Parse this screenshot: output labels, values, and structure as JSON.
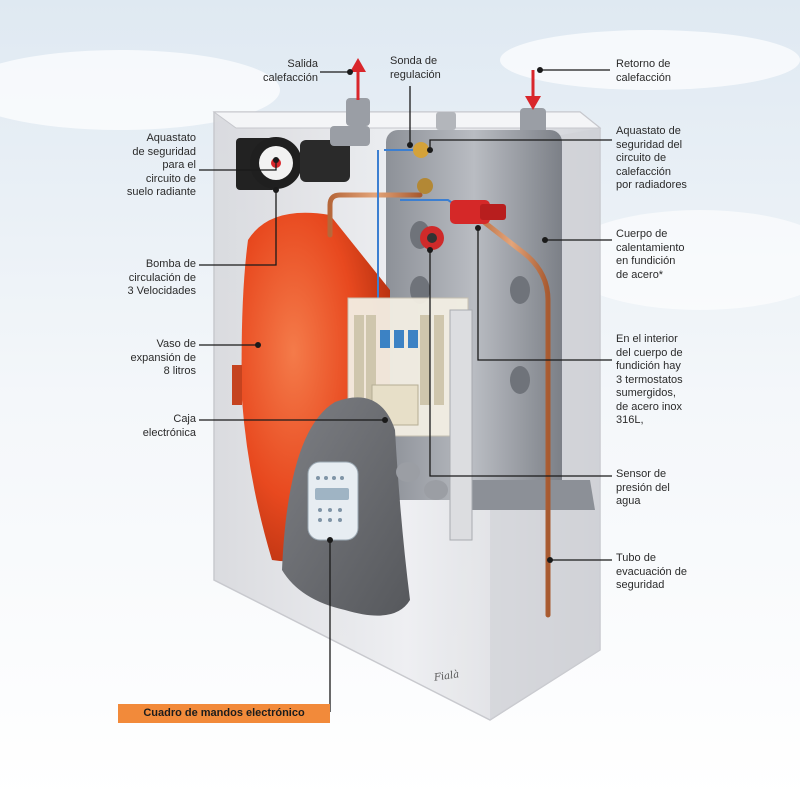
{
  "labels": {
    "salida_calefaccion": "Salida\ncalefacción",
    "sonda_regulacion": "Sonda de\nregulación",
    "retorno_calefaccion": "Retorno de\ncalefacción",
    "aquastato_suelo": "Aquastato\nde seguridad\npara el\ncircuito de\nsuelo radiante",
    "aquastato_radiadores": "Aquastato de\nseguridad del\ncircuito de\ncalefacción\npor radiadores",
    "bomba_circulacion": "Bomba de\ncirculación de\n3 Velocidades",
    "cuerpo_calentamiento": "Cuerpo de\ncalentamiento\nen fundición\nde acero*",
    "vaso_expansion": "Vaso de\nexpansión de\n8 litros",
    "termostatos": "En el interior\ndel cuerpo de\nfundición hay\n3 termostatos\nsumergidos,\nde acero inox\n316L,",
    "caja_electronica": "Caja\nelectrónica",
    "sensor_presion": "Sensor de\npresión del\nagua",
    "tubo_evacuacion": "Tubo de\nevacuación de\nseguridad",
    "cuadro_mandos": "Cuadro de mandos electrónico"
  },
  "brand_mark": "Fialà",
  "colors": {
    "arrow_red": "#d9262b",
    "banner_orange": "#f28a3a",
    "expansion_vessel": "#e8491f",
    "casing": "#e8e9ec",
    "leader_line": "#1a1a1a"
  }
}
